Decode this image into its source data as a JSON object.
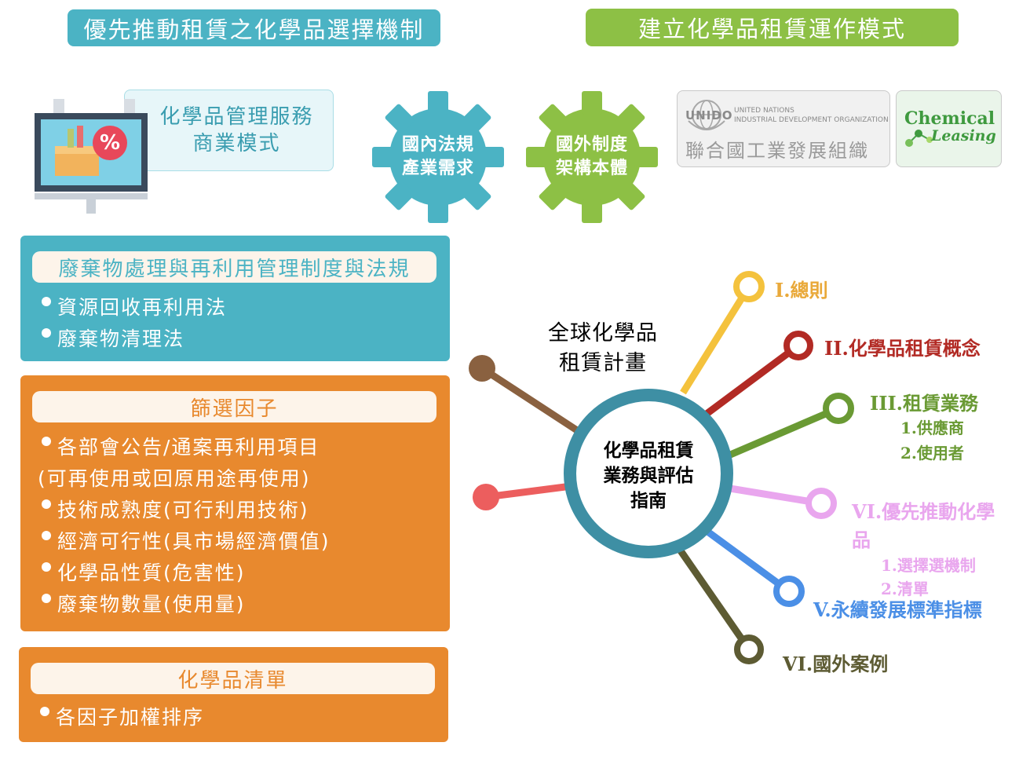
{
  "headers": {
    "left": "優先推動租賃之化學品選擇機制",
    "right": "建立化學品租賃運作模式"
  },
  "service_box": {
    "line1": "化學品管理服務",
    "line2": "商業模式"
  },
  "gears": {
    "domestic": {
      "line1": "國內法規",
      "line2": "產業需求"
    },
    "foreign": {
      "line1": "國外制度",
      "line2": "架構本體"
    }
  },
  "unido": {
    "emblem": "UNIDO",
    "line1": "UNITED NATIONS",
    "line2": "INDUSTRIAL DEVELOPMENT ORGANIZATION",
    "chinese": "聯合國工業發展組織"
  },
  "chemical_leasing_logo": {
    "line1": "Chemical",
    "line2": "Leasing"
  },
  "panels": {
    "waste": {
      "title": "廢棄物處理與再利用管理制度與法規",
      "items": [
        "資源回收再利用法",
        "廢棄物清理法"
      ]
    },
    "screening": {
      "title": "篩選因子",
      "items": [
        "各部會公告/通案再利用項目",
        "(可再使用或回原用途再使用)",
        "技術成熟度(可行利用技術)",
        "經濟可行性(具市場經濟價值)",
        "化學品性質(危害性)",
        "廢棄物數量(使用量)"
      ]
    },
    "list": {
      "title": "化學品清單",
      "items": [
        "各因子加權排序"
      ]
    }
  },
  "hub": {
    "line1": "化學品租賃",
    "line2": "業務與評估",
    "line3": "指南"
  },
  "global_program": {
    "line1": "全球化學品",
    "line2": "租賃計畫"
  },
  "branches": {
    "b1": {
      "label": "I.總則"
    },
    "b2": {
      "label": "II.化學品租賃概念"
    },
    "b3": {
      "label": "III.租賃業務",
      "sub1": "1.供應商",
      "sub2": "2.使用者"
    },
    "b4": {
      "label1": "VI.優先推動化學",
      "label2": "品",
      "sub1": "1.選擇選機制",
      "sub2": "2.清單"
    },
    "b5": {
      "label": "V.永續發展標準指標"
    },
    "b6": {
      "label": "VI.國外案例"
    }
  },
  "colors": {
    "teal": "#4bb3c4",
    "green": "#8dc045",
    "orange": "#e8892e",
    "hub_ring": "#3e8fa4",
    "yellow": "#f4c23d",
    "dark_red": "#b22a24",
    "olive_green": "#6a9a34",
    "pink": "#e9a6ee",
    "blue": "#4b8fe6",
    "dark_olive": "#5d5b33",
    "brown": "#8a6140",
    "coral": "#ec5e5e"
  }
}
